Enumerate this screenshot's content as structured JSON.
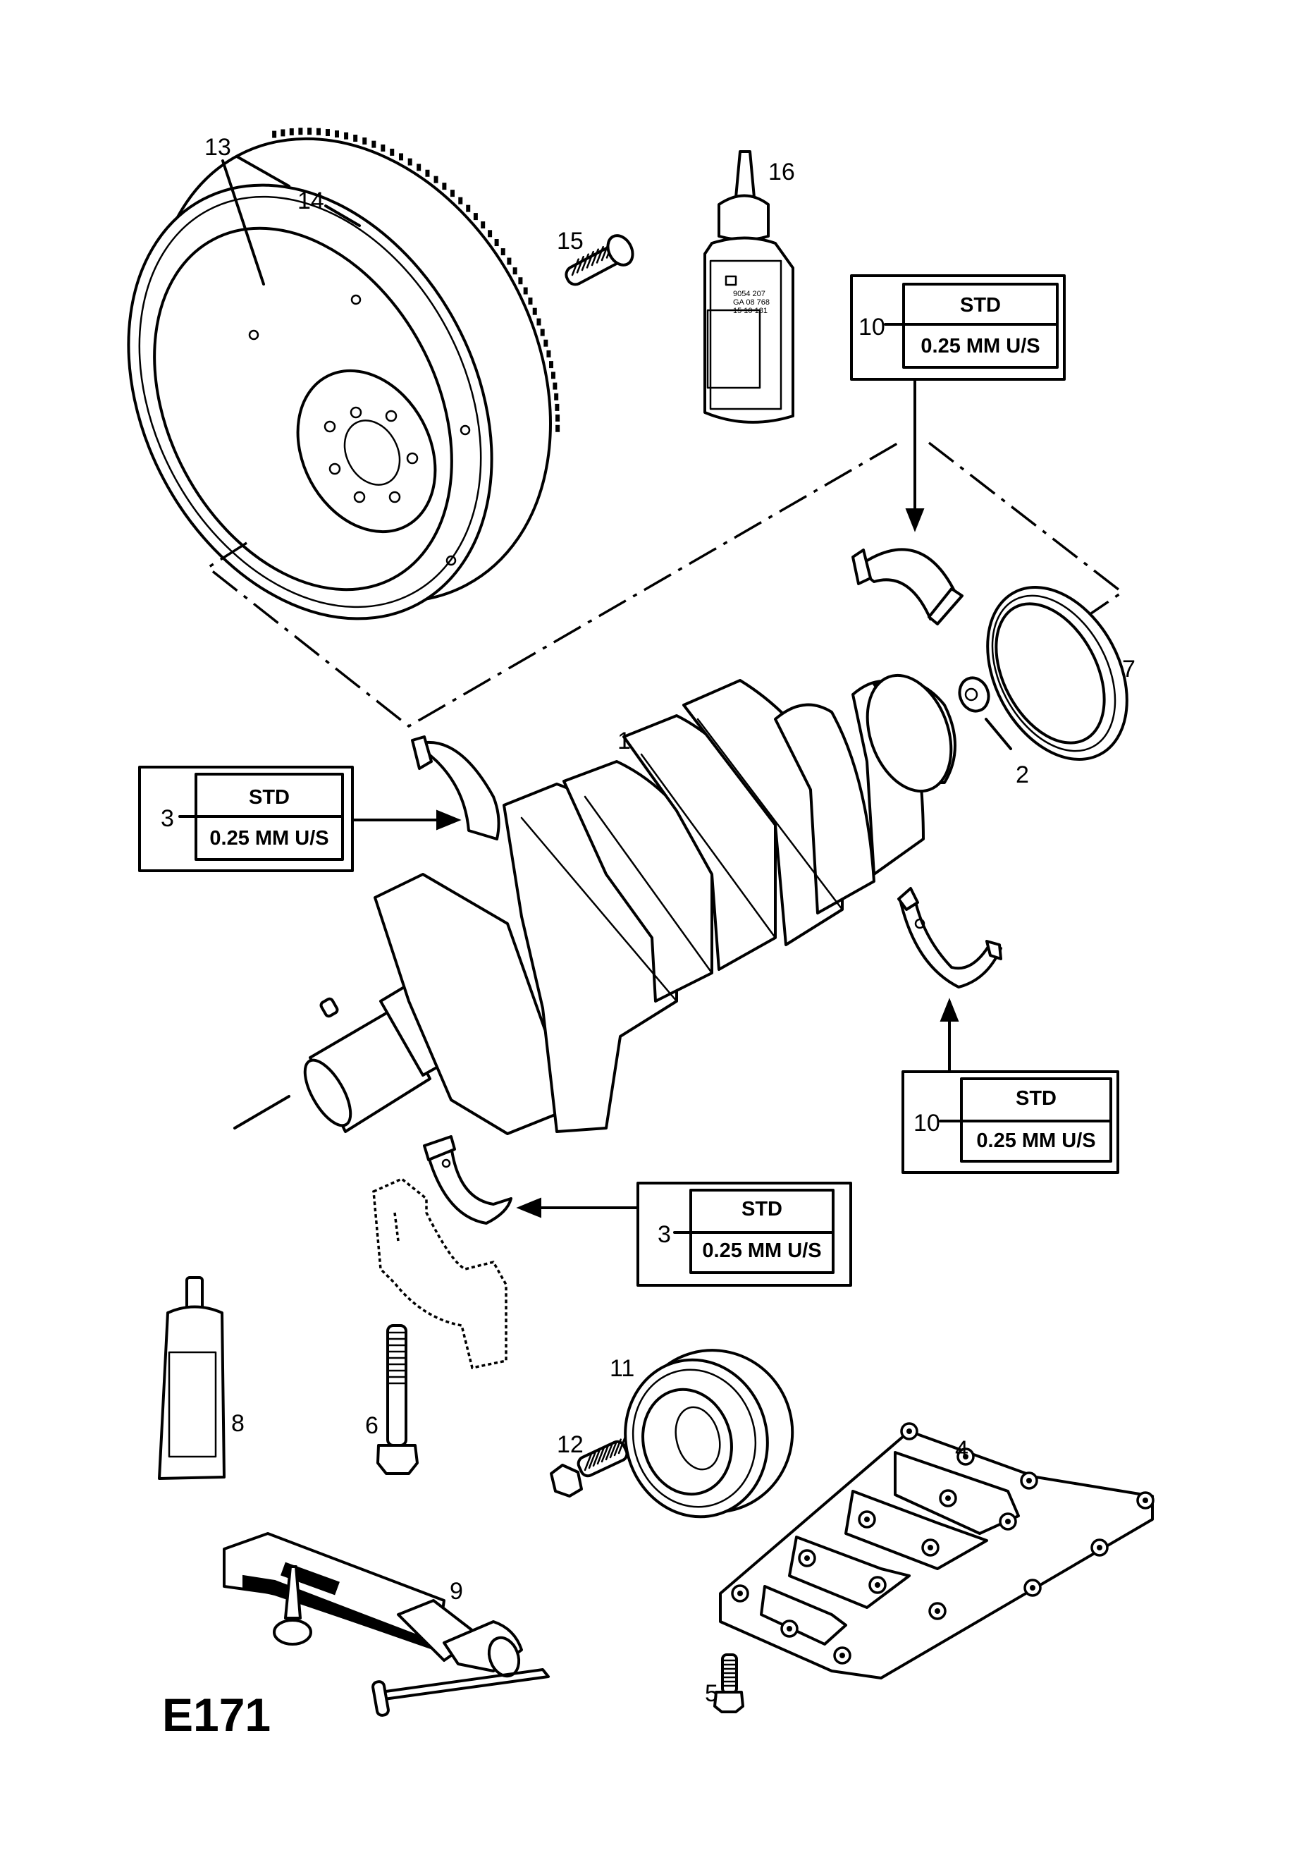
{
  "diagram": {
    "code": "E171",
    "callouts": {
      "crankshaft": "1",
      "pilot_bearing": "2",
      "main_bearing_left": "3",
      "main_bearing_lower": "3",
      "oil_pan_gasket": "4",
      "gasket_bolt": "5",
      "bearing_cap_bolt": "6",
      "rear_oil_seal": "7",
      "sealant_tube": "8",
      "sealant_kit": "9",
      "thrust_bearing_top": "10",
      "thrust_bearing_right": "10",
      "pulley": "11",
      "pulley_bolt": "12",
      "flywheel_assembly": "13",
      "ring_gear": "14",
      "flywheel_bolt": "15",
      "locking_compound": "16"
    },
    "size_boxes": [
      {
        "part": "10",
        "std": "STD",
        "undersize": "0.25  MM U/S"
      },
      {
        "part": "3",
        "std": "STD",
        "undersize": "0.25  MM U/S"
      },
      {
        "part": "10",
        "std": "STD",
        "undersize": "0.25  MM U/S"
      },
      {
        "part": "3",
        "std": "STD",
        "undersize": "0.25  MM U/S"
      }
    ],
    "bottle_label": [
      "9054 207",
      "GA 08 768",
      "15 10 181"
    ]
  }
}
